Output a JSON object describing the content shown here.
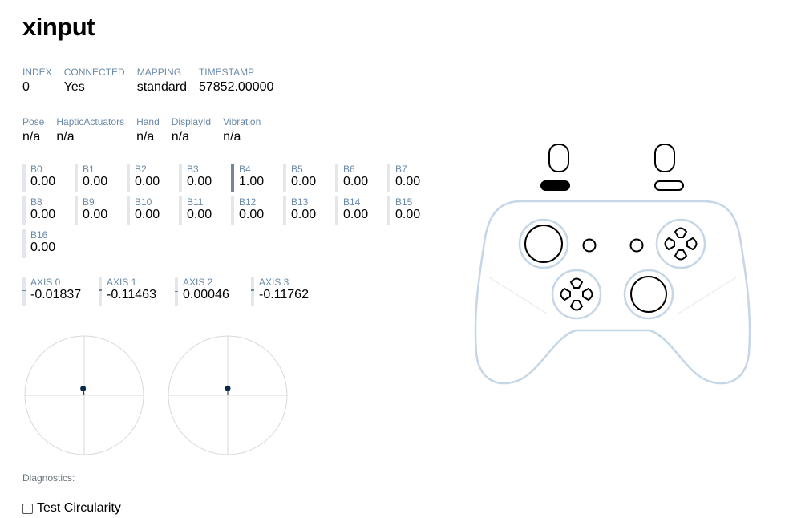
{
  "title": "xinput",
  "info": {
    "index_label": "INDEX",
    "index_value": "0",
    "connected_label": "CONNECTED",
    "connected_value": "Yes",
    "mapping_label": "MAPPING",
    "mapping_value": "standard",
    "timestamp_label": "TIMESTAMP",
    "timestamp_value": "57852.00000"
  },
  "extra": {
    "pose_label": "Pose",
    "pose_value": "n/a",
    "haptic_label": "HapticActuators",
    "haptic_value": "n/a",
    "hand_label": "Hand",
    "hand_value": "n/a",
    "display_label": "DisplayId",
    "display_value": "n/a",
    "vibration_label": "Vibration",
    "vibration_value": "n/a"
  },
  "buttons": [
    {
      "label": "B0",
      "value": "0.00",
      "level": 0
    },
    {
      "label": "B1",
      "value": "0.00",
      "level": 0
    },
    {
      "label": "B2",
      "value": "0.00",
      "level": 0
    },
    {
      "label": "B3",
      "value": "0.00",
      "level": 0
    },
    {
      "label": "B4",
      "value": "1.00",
      "level": 1
    },
    {
      "label": "B5",
      "value": "0.00",
      "level": 0
    },
    {
      "label": "B6",
      "value": "0.00",
      "level": 0
    },
    {
      "label": "B7",
      "value": "0.00",
      "level": 0
    },
    {
      "label": "B8",
      "value": "0.00",
      "level": 0
    },
    {
      "label": "B9",
      "value": "0.00",
      "level": 0
    },
    {
      "label": "B10",
      "value": "0.00",
      "level": 0
    },
    {
      "label": "B11",
      "value": "0.00",
      "level": 0
    },
    {
      "label": "B12",
      "value": "0.00",
      "level": 0
    },
    {
      "label": "B13",
      "value": "0.00",
      "level": 0
    },
    {
      "label": "B14",
      "value": "0.00",
      "level": 0
    },
    {
      "label": "B15",
      "value": "0.00",
      "level": 0
    },
    {
      "label": "B16",
      "value": "0.00",
      "level": 0
    }
  ],
  "axes": [
    {
      "label": "AXIS 0",
      "value": "-0.01837"
    },
    {
      "label": "AXIS 1",
      "value": "-0.11463"
    },
    {
      "label": "AXIS 2",
      "value": "0.00046"
    },
    {
      "label": "AXIS 3",
      "value": "-0.11762"
    }
  ],
  "diagnostics_label": "Diagnostics:",
  "circularity_label": "Test Circularity",
  "colors": {
    "label": "#6b8aa6",
    "bar_idle": "#e3e7ec",
    "bar_active": "#7186a0",
    "pad_outline": "#c5d6e6",
    "stick_dot": "#0a2a4a"
  }
}
